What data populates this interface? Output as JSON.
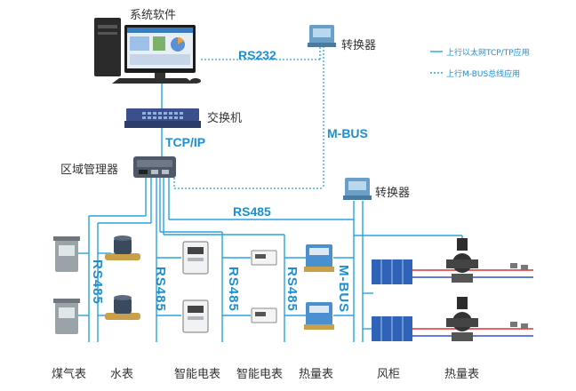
{
  "labels": {
    "software": "系统软件",
    "converter_top": "转换器",
    "converter_mid": "转换器",
    "switch": "交换机",
    "area_manager": "区域管理器"
  },
  "protocols": {
    "rs232": "RS232",
    "mbus_right": "M-BUS",
    "tcpip": "TCP/IP",
    "rs485_horizontal": "RS485",
    "rs485_v1": "RS485",
    "rs485_v2": "RS485",
    "rs485_v3": "RS485",
    "rs485_v4": "RS485",
    "mbus_vertical": "M-BUS"
  },
  "legend": {
    "solid": "上行以太网TCP/TP应用",
    "dotted": "上行M-BUS总线应用"
  },
  "devices": {
    "gas_meter": "煤气表",
    "water_meter": "水表",
    "smart_meter_1": "智能电表",
    "smart_meter_2": "智能电表",
    "heat_meter_1": "热量表",
    "fan_cabinet": "风柜",
    "heat_meter_2": "热量表"
  },
  "colors": {
    "line": "#29a3e0",
    "text_blue": "#1d8fd0"
  }
}
